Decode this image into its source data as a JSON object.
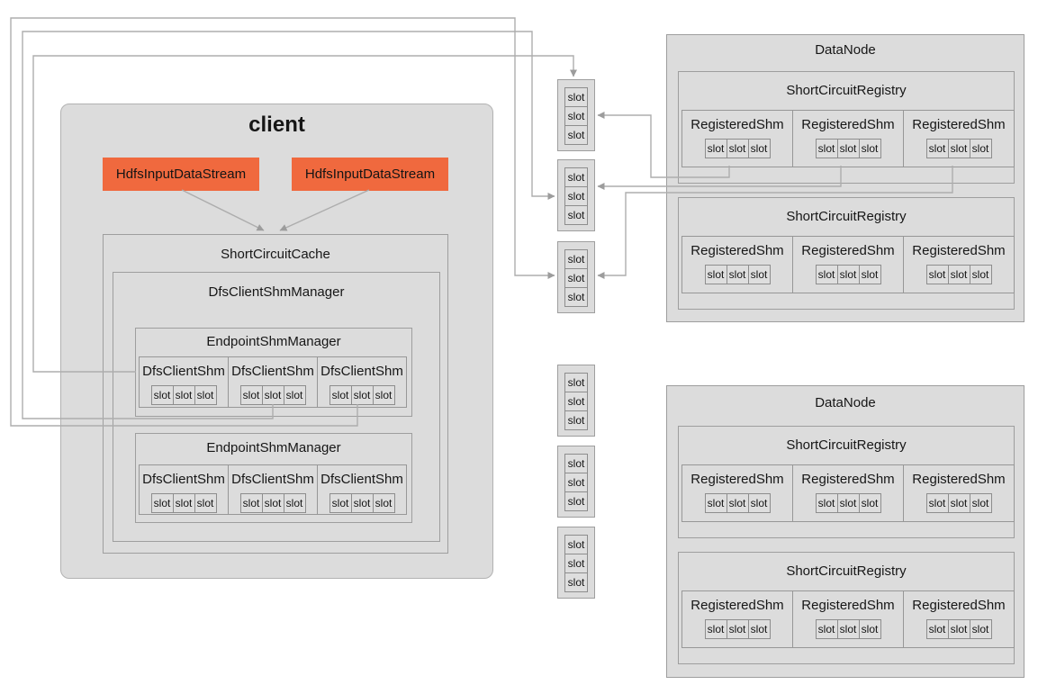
{
  "client": {
    "title": "client",
    "streams": [
      "HdfsInputDataStream",
      "HdfsInputDataStream"
    ],
    "cache": {
      "label": "ShortCircuitCache",
      "manager": {
        "label": "DfsClientShmManager",
        "endpoints": [
          {
            "label": "EndpointShmManager",
            "shms": [
              {
                "label": "DfsClientShm",
                "slots": [
                  "slot",
                  "slot",
                  "slot"
                ]
              },
              {
                "label": "DfsClientShm",
                "slots": [
                  "slot",
                  "slot",
                  "slot"
                ]
              },
              {
                "label": "DfsClientShm",
                "slots": [
                  "slot",
                  "slot",
                  "slot"
                ]
              }
            ]
          },
          {
            "label": "EndpointShmManager",
            "shms": [
              {
                "label": "DfsClientShm",
                "slots": [
                  "slot",
                  "slot",
                  "slot"
                ]
              },
              {
                "label": "DfsClientShm",
                "slots": [
                  "slot",
                  "slot",
                  "slot"
                ]
              },
              {
                "label": "DfsClientShm",
                "slots": [
                  "slot",
                  "slot",
                  "slot"
                ]
              }
            ]
          }
        ]
      }
    }
  },
  "segments": [
    {
      "slots": [
        "slot",
        "slot",
        "slot"
      ]
    },
    {
      "slots": [
        "slot",
        "slot",
        "slot"
      ]
    },
    {
      "slots": [
        "slot",
        "slot",
        "slot"
      ]
    },
    {
      "slots": [
        "slot",
        "slot",
        "slot"
      ]
    },
    {
      "slots": [
        "slot",
        "slot",
        "slot"
      ]
    },
    {
      "slots": [
        "slot",
        "slot",
        "slot"
      ]
    }
  ],
  "datanodes": [
    {
      "label": "DataNode",
      "registries": [
        {
          "label": "ShortCircuitRegistry",
          "shms": [
            {
              "label": "RegisteredShm",
              "slots": [
                "slot",
                "slot",
                "slot"
              ]
            },
            {
              "label": "RegisteredShm",
              "slots": [
                "slot",
                "slot",
                "slot"
              ]
            },
            {
              "label": "RegisteredShm",
              "slots": [
                "slot",
                "slot",
                "slot"
              ]
            }
          ]
        },
        {
          "label": "ShortCircuitRegistry",
          "shms": [
            {
              "label": "RegisteredShm",
              "slots": [
                "slot",
                "slot",
                "slot"
              ]
            },
            {
              "label": "RegisteredShm",
              "slots": [
                "slot",
                "slot",
                "slot"
              ]
            },
            {
              "label": "RegisteredShm",
              "slots": [
                "slot",
                "slot",
                "slot"
              ]
            }
          ]
        }
      ]
    },
    {
      "label": "DataNode",
      "registries": [
        {
          "label": "ShortCircuitRegistry",
          "shms": [
            {
              "label": "RegisteredShm",
              "slots": [
                "slot",
                "slot",
                "slot"
              ]
            },
            {
              "label": "RegisteredShm",
              "slots": [
                "slot",
                "slot",
                "slot"
              ]
            },
            {
              "label": "RegisteredShm",
              "slots": [
                "slot",
                "slot",
                "slot"
              ]
            }
          ]
        },
        {
          "label": "ShortCircuitRegistry",
          "shms": [
            {
              "label": "RegisteredShm",
              "slots": [
                "slot",
                "slot",
                "slot"
              ]
            },
            {
              "label": "RegisteredShm",
              "slots": [
                "slot",
                "slot",
                "slot"
              ]
            },
            {
              "label": "RegisteredShm",
              "slots": [
                "slot",
                "slot",
                "slot"
              ]
            }
          ]
        }
      ]
    }
  ],
  "connections": [
    {
      "from": "HdfsInputDataStream-1",
      "to": "ShortCircuitCache"
    },
    {
      "from": "HdfsInputDataStream-2",
      "to": "ShortCircuitCache"
    },
    {
      "from": "client EndpointShmManager-1 DfsClientShm-1",
      "to": "shared-segment-1"
    },
    {
      "from": "client EndpointShmManager-1 DfsClientShm-2",
      "to": "shared-segment-2"
    },
    {
      "from": "client EndpointShmManager-1 DfsClientShm-3",
      "to": "shared-segment-3"
    },
    {
      "from": "DataNode-1 Registry-1 RegisteredShm-1",
      "to": "shared-segment-1"
    },
    {
      "from": "DataNode-1 Registry-1 RegisteredShm-2",
      "to": "shared-segment-2"
    },
    {
      "from": "DataNode-1 Registry-1 RegisteredShm-3",
      "to": "shared-segment-3"
    }
  ],
  "colors": {
    "accent_orange": "#f0693e",
    "box_fill": "#dcdcdc",
    "box_border": "#9e9e9e",
    "wire": "#ababab",
    "text": "#161616"
  }
}
